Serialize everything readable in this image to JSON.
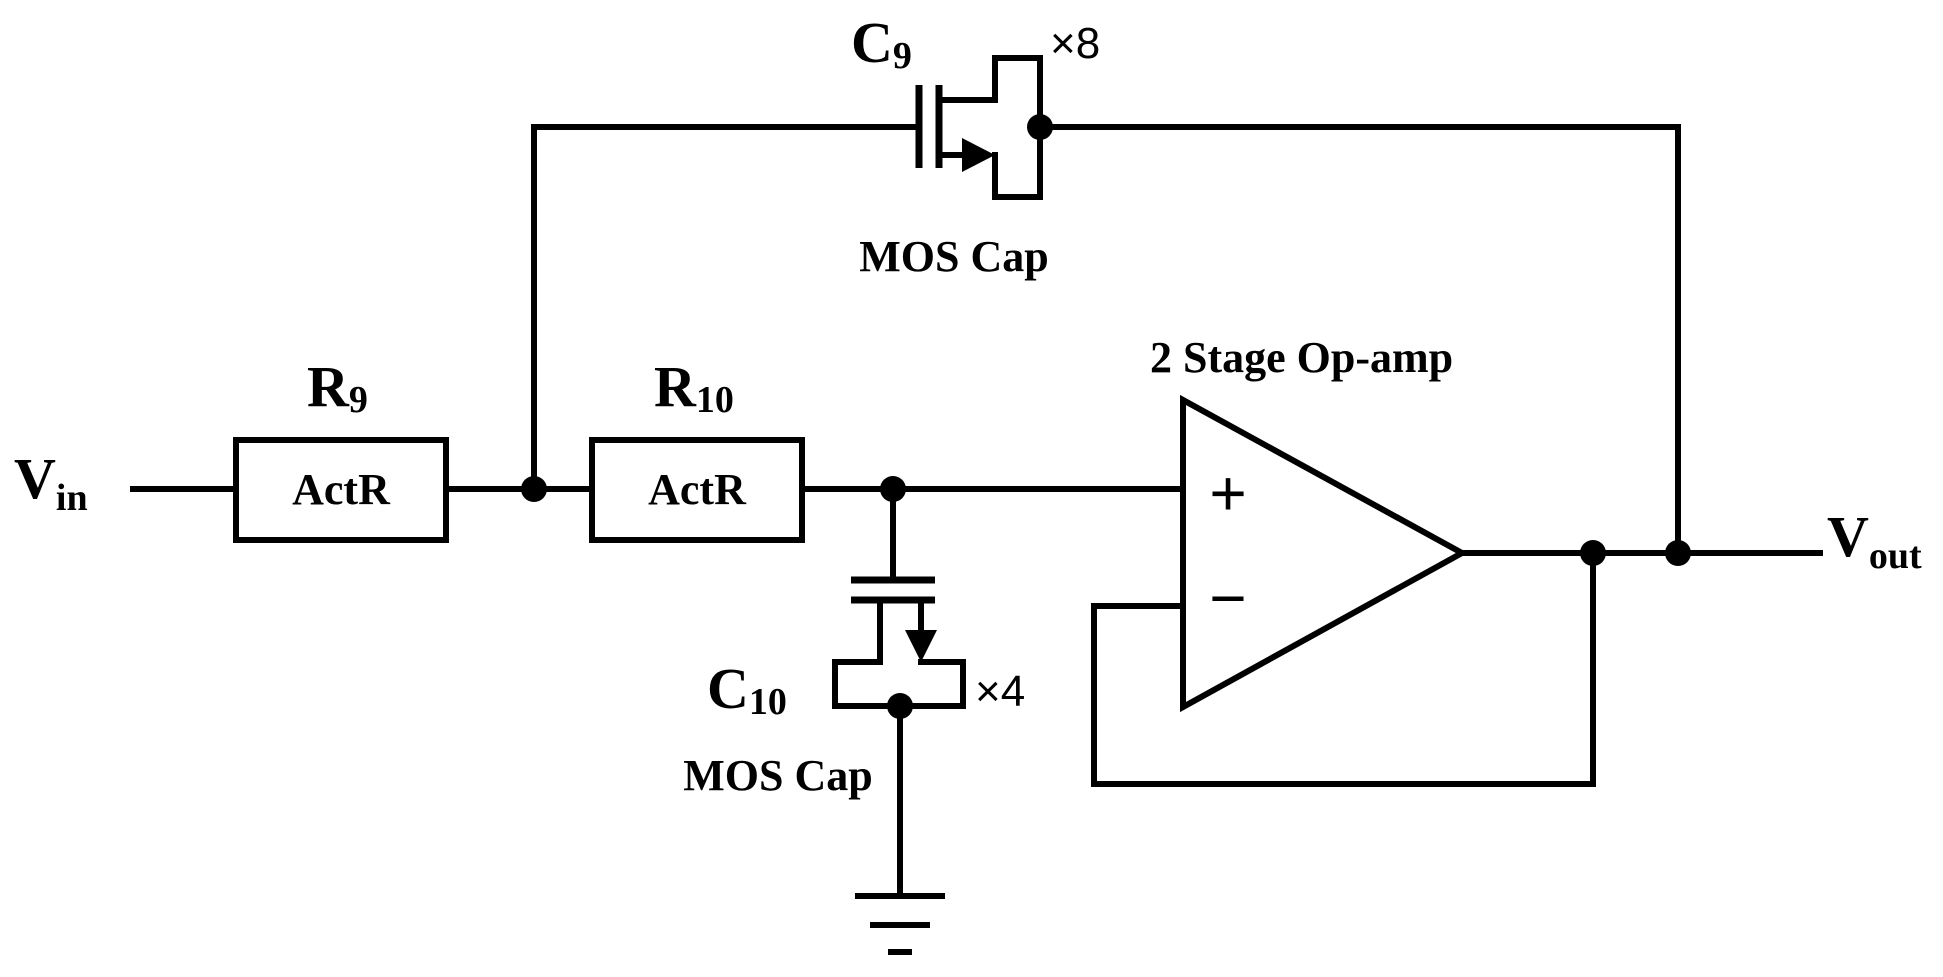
{
  "labels": {
    "vin_main": "V",
    "vin_sub": "in",
    "vout_main": "V",
    "vout_sub": "out",
    "r9_main": "R",
    "r9_sub": "9",
    "r10_main": "R",
    "r10_sub": "10",
    "r9_box": "ActR",
    "r10_box": "ActR",
    "c9_main": "C",
    "c9_sub": "9",
    "c9_mult": "×8",
    "c9_type": "MOS Cap",
    "c10_main": "C",
    "c10_sub": "10",
    "c10_mult": "×4",
    "c10_type": "MOS Cap",
    "opamp_title": "2 Stage Op-amp",
    "opamp_plus": "+",
    "opamp_minus": "−"
  },
  "colors": {
    "ink": "#000000",
    "background": "#ffffff"
  }
}
